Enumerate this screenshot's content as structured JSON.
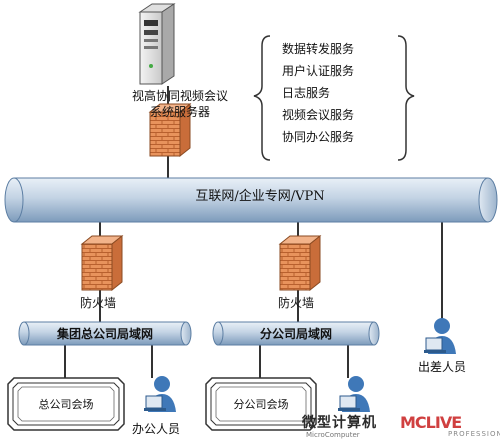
{
  "server": {
    "label_line1": "视高协同视频会议",
    "label_line2": "系统服务器"
  },
  "services": [
    "数据转发服务",
    "用户认证服务",
    "日志服务",
    "视频会议服务",
    "协同办公服务"
  ],
  "backbone": {
    "label": "互联网/企业专网/VPN"
  },
  "firewall_label": "防火墙",
  "lans": [
    {
      "label": "集团总公司局域网",
      "room": "总公司会场",
      "firewall": "防火墙"
    },
    {
      "label": "分公司局域网",
      "room": "分公司会场",
      "firewall": "防火墙"
    }
  ],
  "people": {
    "office": "办公人员",
    "travel": "出差人员"
  },
  "watermark": {
    "main": "微型计算机",
    "sub": "MicroComputer",
    "brand_a": "MC",
    "brand_b": "LIVE",
    "pro": "PROFESSIONAL"
  },
  "colors": {
    "pipe": "#b5c7dc",
    "pipe_dark": "#6f8fb1",
    "firewall": "#e6935a",
    "person": "#3f78b8"
  }
}
